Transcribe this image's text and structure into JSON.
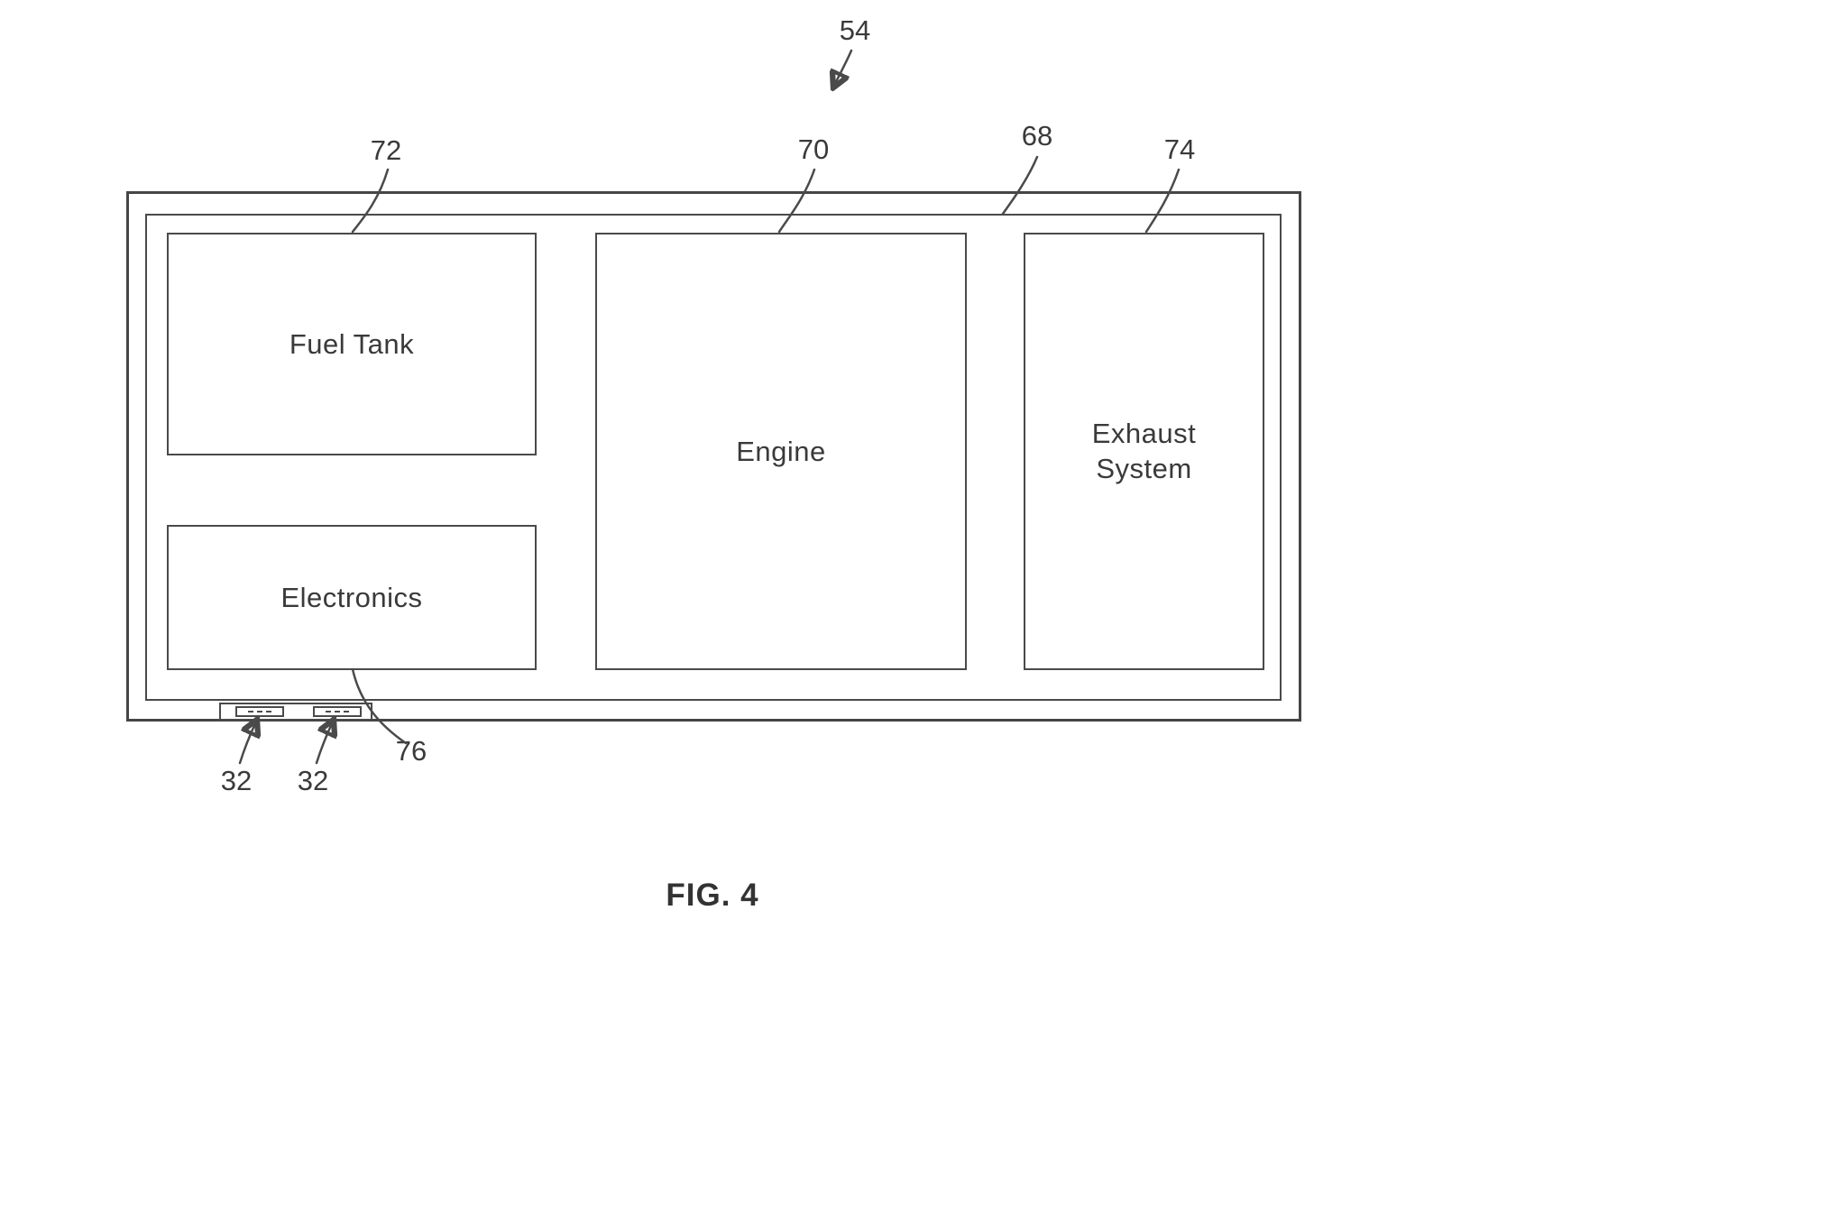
{
  "figure": {
    "caption": "FIG. 4",
    "assembly_ref": "54"
  },
  "frame": {
    "ref": "68"
  },
  "boxes": {
    "fuel_tank": {
      "label": "Fuel Tank",
      "ref": "72"
    },
    "electronics": {
      "label": "Electronics",
      "ref": "76"
    },
    "engine": {
      "label": "Engine",
      "ref": "70"
    },
    "exhaust": {
      "label": "Exhaust System",
      "ref": "74"
    }
  },
  "connectors": {
    "ref_left": "32",
    "ref_right": "32"
  },
  "colors": {
    "line": "#4a4a4a",
    "text": "#3a3a3a",
    "background": "#ffffff"
  }
}
